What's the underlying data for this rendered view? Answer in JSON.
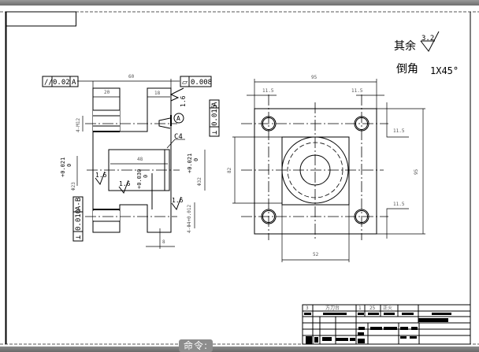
{
  "app": {
    "command_prompt": "命令:"
  },
  "notes": {
    "remaining_label": "其余",
    "remaining_roughness": "3.2",
    "chamfer_label": "倒角",
    "chamfer_value": "1X45°"
  },
  "front_view": {
    "dim_overall_width": "60",
    "dim_left": "20",
    "dim_right": "18",
    "dim_bore_length": "48",
    "dim_bottom": "8",
    "thread": "4-M12",
    "bore_small": {
      "upper": "+0.021",
      "lower": "0",
      "dia": "Φ23"
    },
    "bore_large": {
      "upper": "+0.021",
      "lower": "0",
      "dia": "Φ32"
    },
    "bore_mid": {
      "upper": "+0.030",
      "lower": "0"
    },
    "pin_holes": "4-Φ4+0.012",
    "chamfer": "C4",
    "datum": "A",
    "roughness": [
      "1.6",
      "1.6",
      "1.6",
      "1.6"
    ],
    "tol_parallel": {
      "symbol": "//",
      "value": "0.02",
      "datum": "A"
    },
    "tol_flatness": {
      "symbol": "⏥",
      "value": "0.008"
    },
    "tol_perp_right": {
      "symbol": "⊥",
      "value": "0.015",
      "datum": "A"
    },
    "tol_perp_left": {
      "symbol": "⊥",
      "value": "0.010",
      "datum": "A-B"
    }
  },
  "side_view": {
    "dim_width": "95",
    "dim_height": "95",
    "dim_offset_tl": "11.5",
    "dim_offset_tr": "11.5",
    "dim_offset_rt": "11.5",
    "dim_offset_rb": "11.5",
    "dim_inner_height": "82",
    "dim_inner_width": "52"
  },
  "title_block": {
    "row1": [
      "3",
      "方刀台",
      "1",
      "25",
      "正火"
    ]
  }
}
